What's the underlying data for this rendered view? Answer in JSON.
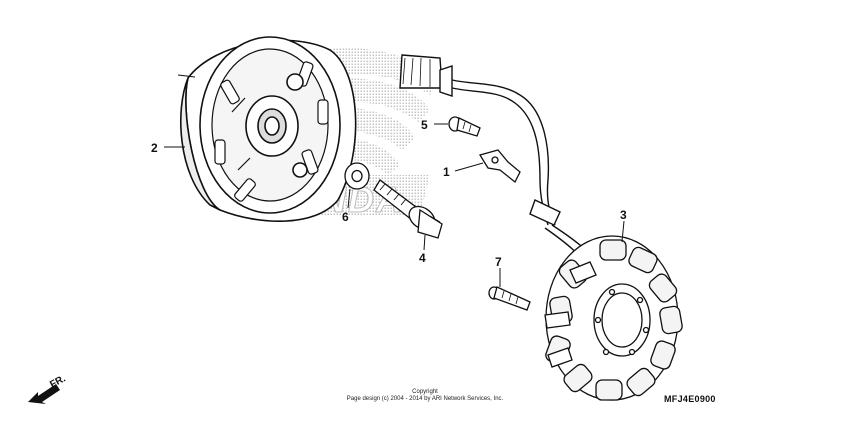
{
  "diagram": {
    "callouts": [
      {
        "id": "1",
        "label": "1"
      },
      {
        "id": "2",
        "label": "2"
      },
      {
        "id": "3",
        "label": "3"
      },
      {
        "id": "4",
        "label": "4"
      },
      {
        "id": "5",
        "label": "5"
      },
      {
        "id": "6",
        "label": "6"
      },
      {
        "id": "7",
        "label": "7"
      }
    ],
    "direction_label": "FR.",
    "watermark": "HONDA"
  },
  "footer": {
    "copyright_line1": "Copyright",
    "copyright_line2": "Page design (c) 2004 - 2014 by ARI Network Services, Inc.",
    "diagram_code": "MFJ4E0900"
  }
}
